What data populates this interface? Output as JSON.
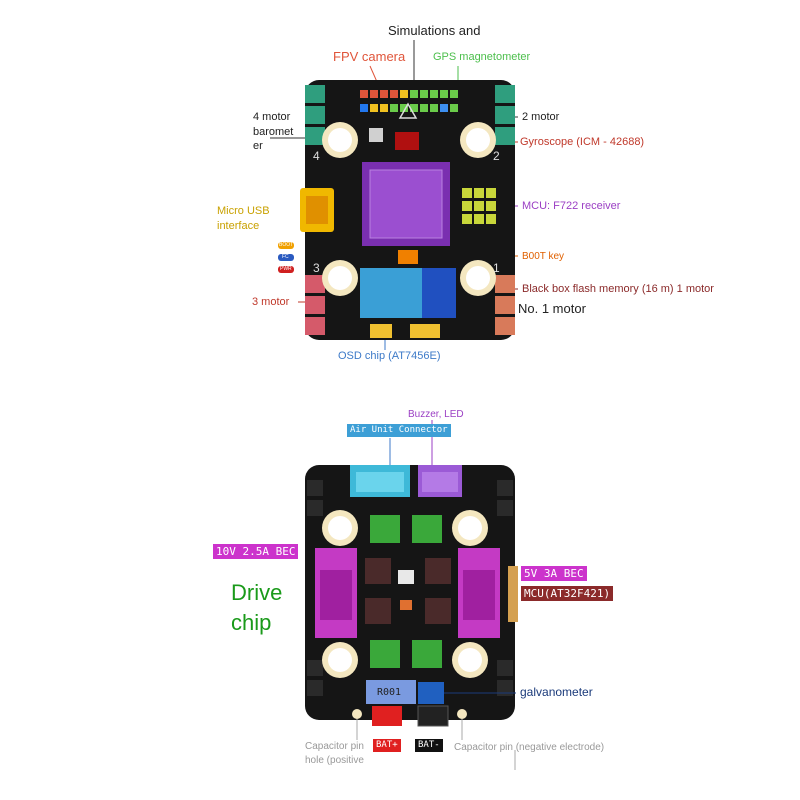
{
  "top": {
    "title": "Simulations and",
    "fpv": "FPV camera",
    "gps": "GPS  magnetometer",
    "motor4": "4 motor",
    "barometer_a": "baromet",
    "barometer_b": "er",
    "motor2": "2 motor",
    "gyro": "Gyroscope (ICM - 42688)",
    "usb_a": "Micro USB",
    "usb_b": "interface",
    "mcu": "MCU: F722 receiver",
    "boot": "B00T key",
    "motor3": "3 motor",
    "blackbox": "Black box flash memory (16 m) 1 motor",
    "no1motor": "No. 1 motor",
    "osd": "OSD chip (AT7456E)",
    "silk_4": "4",
    "silk_2": "2",
    "silk_3": "3",
    "silk_1": "1",
    "mini_labels": [
      "BOOT",
      "FC",
      "PWR"
    ]
  },
  "bottom": {
    "buzzer": "Buzzer, LED",
    "air_unit": "Air Unit Connector",
    "bec10": "10V 2.5A BEC",
    "bec5": "5V 3A BEC",
    "mcu": "MCU(AT32F421)",
    "drive_a": "Drive",
    "drive_b": "chip",
    "galv": "galvanometer",
    "cap_pos_a": "Capacitor pin",
    "cap_pos_b": "hole (positive",
    "bat_plus": "BAT+",
    "bat_minus": "BAT-",
    "cap_neg": "Capacitor pin (negative electrode)",
    "shunt": "R001"
  },
  "colors": {
    "board": "#151515",
    "fpv": "#e0553a",
    "gps": "#4cbf4c",
    "motor_pad": "#d87a5a",
    "teal_pad": "#2f9e7e",
    "magenta": "#cc33cc",
    "blue_label": "#3d7ac8",
    "maroon": "#8b2a2a",
    "purple_label": "#9b3fc4"
  }
}
